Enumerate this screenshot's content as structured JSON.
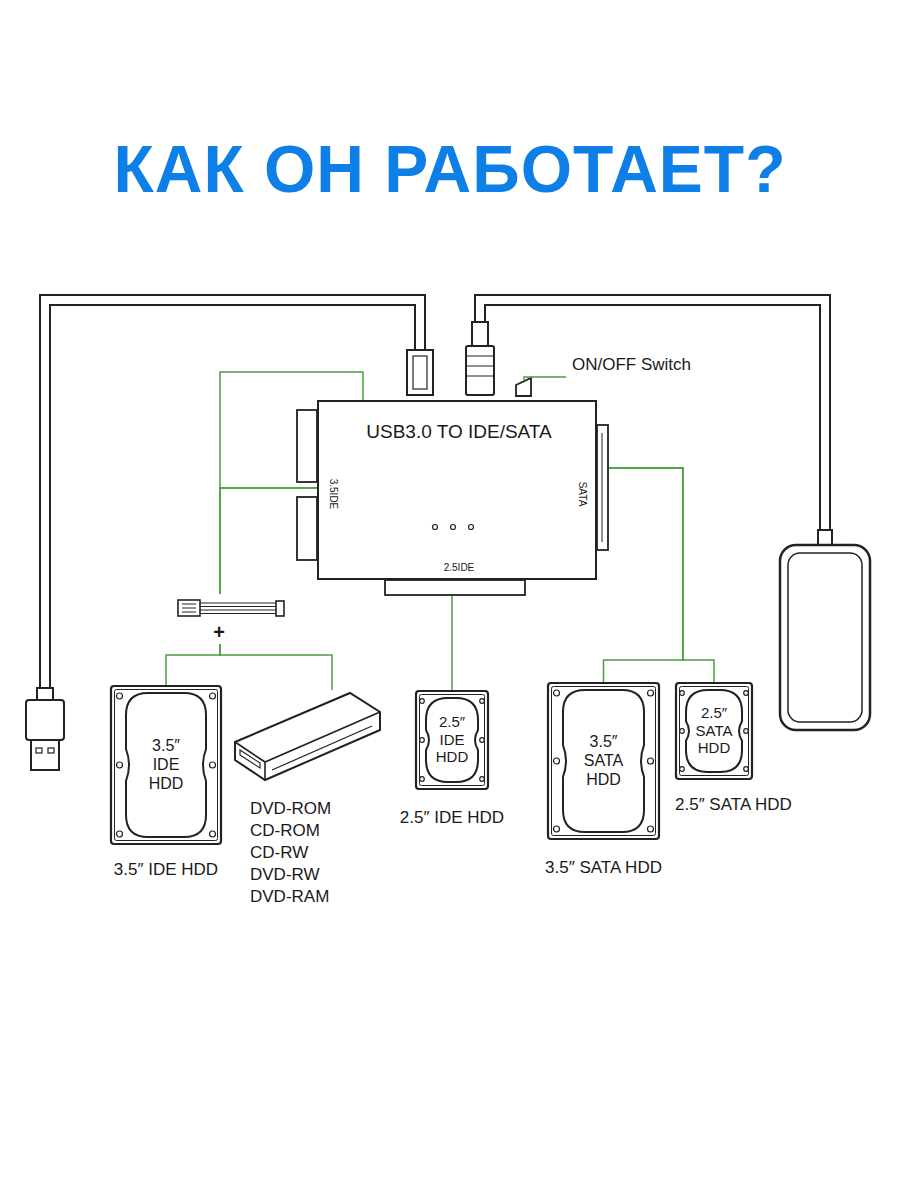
{
  "diagram": {
    "title": "КАК ОН РАБОТАЕТ?",
    "nodes": [
      {
        "text": [
          "USB3.0 TO IDE/SATA",
          "3.5IDE",
          "SATA",
          "2.5IDE"
        ]
      },
      {
        "text": [
          "3.5″ IDE HDD",
          "3.5″ IDE HDD"
        ]
      },
      {
        "text": [
          "DVD-ROM CD-ROM CD-RW DVD-RW DVD-RAM"
        ]
      },
      {
        "text": [
          "2.5″ IDE HDD",
          "2.5″ IDE HDD"
        ]
      },
      {
        "text": [
          "3.5″ SATA HDD",
          "3.5″ SATA HDD"
        ]
      },
      {
        "text": [
          "2.5″ SATA HDD",
          "2.5″ SATA HDD"
        ]
      }
    ],
    "edges": [
      {
        "from": 0,
        "to": 1,
        "arrow": "none"
      },
      {
        "from": 0,
        "to": 2,
        "arrow": "none"
      },
      {
        "from": 0,
        "to": 3,
        "arrow": "none"
      },
      {
        "from": 0,
        "to": 4,
        "arrow": "none"
      },
      {
        "from": 0,
        "to": 5,
        "arrow": "none"
      }
    ],
    "labels": [
      "+",
      "ON/OFF Switch"
    ]
  }
}
